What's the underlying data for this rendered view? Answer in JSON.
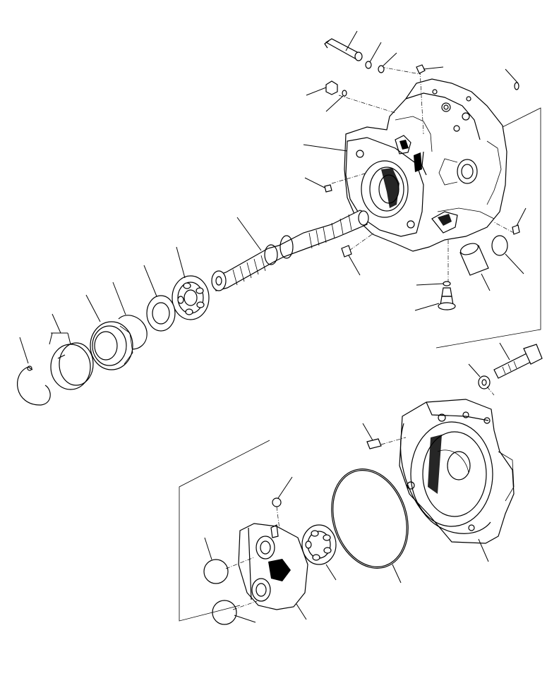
{
  "drawing": {
    "kind": "exploded-parts-view",
    "background_color": "#ffffff",
    "line_color": "#000000",
    "callout_labels": [],
    "part_groups": [
      {
        "id": "pump-case-assembly",
        "parts": [
          "bolt",
          "o-ring",
          "o-ring",
          "plug",
          "plug",
          "o-ring",
          "case",
          "plug",
          "plug",
          "pin",
          "o-ring",
          "bushing",
          "o-ring",
          "elbow"
        ]
      },
      {
        "id": "drive-shaft-assembly",
        "parts": [
          "shaft",
          "bearing",
          "spacer",
          "seal",
          "snap-ring",
          "shim",
          "snap-ring"
        ]
      },
      {
        "id": "end-cap-assembly",
        "parts": [
          "bolt",
          "washer",
          "pin",
          "end-cap",
          "o-ring",
          "bearing",
          "valve-plate",
          "ball",
          "plug",
          "plug"
        ]
      }
    ]
  }
}
